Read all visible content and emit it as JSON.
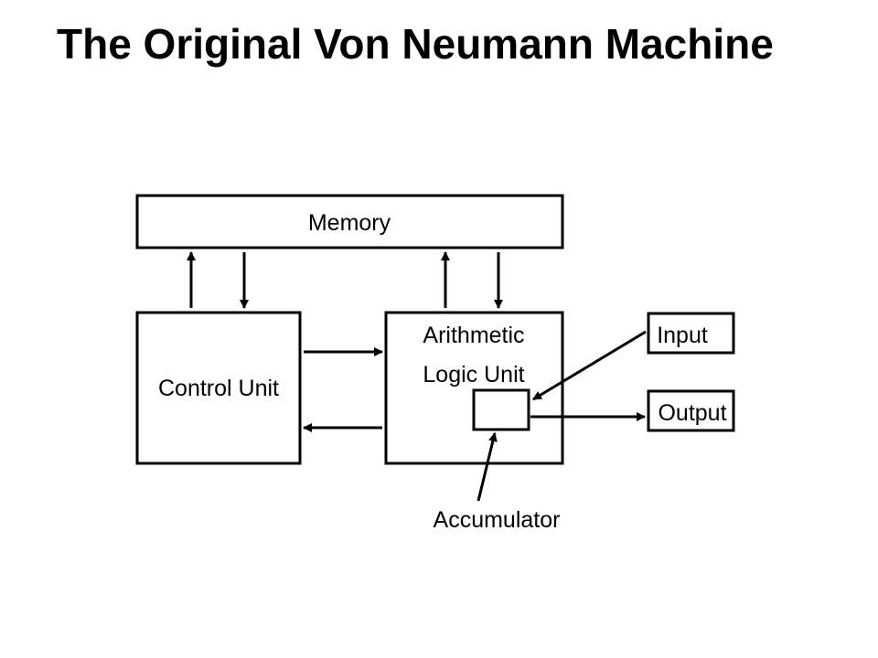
{
  "slide": {
    "title": "The Original Von Neumann Machine"
  },
  "diagram": {
    "memory_label": "Memory",
    "control_unit_label": "Control Unit",
    "alu_label_line1": "Arithmetic",
    "alu_label_line2": "Logic Unit",
    "input_label": "Input",
    "output_label": "Output",
    "accumulator_label": "Accumulator"
  }
}
